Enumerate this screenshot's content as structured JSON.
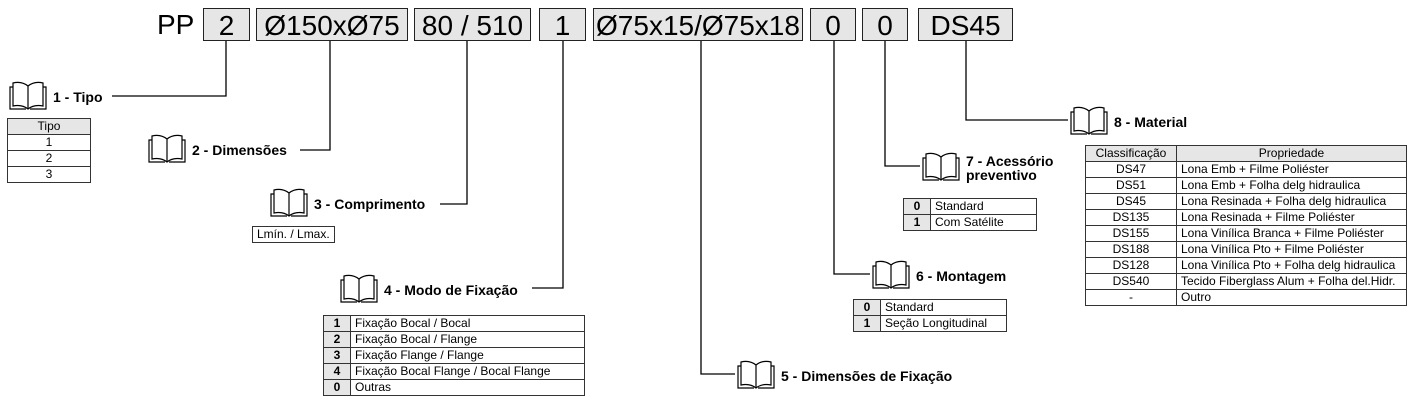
{
  "code": {
    "prefix": "PP",
    "segments": [
      "2",
      "Ø150xØ75",
      "80 / 510",
      "1",
      "Ø75x15/Ø75x18",
      "0",
      "0",
      "DS45"
    ]
  },
  "labels": {
    "tipo": "1 - Tipo",
    "dimensoes": "2 - Dimensões",
    "comprimento": "3 - Comprimento",
    "modo": "4 - Modo de Fixação",
    "dim_fixacao": "5 - Dimensões de Fixação",
    "montagem": "6 - Montagem",
    "acessorio_1": "7 - Acessório",
    "acessorio_2": "preventivo",
    "material": "8 - Material"
  },
  "tipo_table": {
    "header": "Tipo",
    "rows": [
      "1",
      "2",
      "3"
    ]
  },
  "comprimento_box": "Lmín. / Lmax.",
  "modo_table": [
    [
      "1",
      "Fixação Bocal / Bocal"
    ],
    [
      "2",
      "Fixação Bocal / Flange"
    ],
    [
      "3",
      "Fixação Flange / Flange"
    ],
    [
      "4",
      "Fixação Bocal Flange / Bocal  Flange"
    ],
    [
      "0",
      "Outras"
    ]
  ],
  "montagem_table": [
    [
      "0",
      "Standard"
    ],
    [
      "1",
      "Seção Longitudinal"
    ]
  ],
  "acessorio_table": [
    [
      "0",
      "Standard"
    ],
    [
      "1",
      "Com Satélite"
    ]
  ],
  "material_table": {
    "headers": [
      "Classificação",
      "Propriedade"
    ],
    "rows": [
      [
        "DS47",
        "Lona Emb + Filme Poliéster"
      ],
      [
        "DS51",
        "Lona Emb + Folha delg hidraulica"
      ],
      [
        "DS45",
        "Lona Resinada + Folha delg hidraulica"
      ],
      [
        "DS135",
        "Lona Resinada + Filme Poliéster"
      ],
      [
        "DS155",
        "Lona Vinílica Branca + Filme Poliéster"
      ],
      [
        "DS188",
        "Lona Vinílica Pto + Filme Poliéster"
      ],
      [
        "DS128",
        "Lona Vinílica Pto + Folha delg hidraulica"
      ],
      [
        "DS540",
        "Tecido Fiberglass Alum + Folha del.Hidr."
      ],
      [
        "-",
        "Outro"
      ]
    ]
  }
}
